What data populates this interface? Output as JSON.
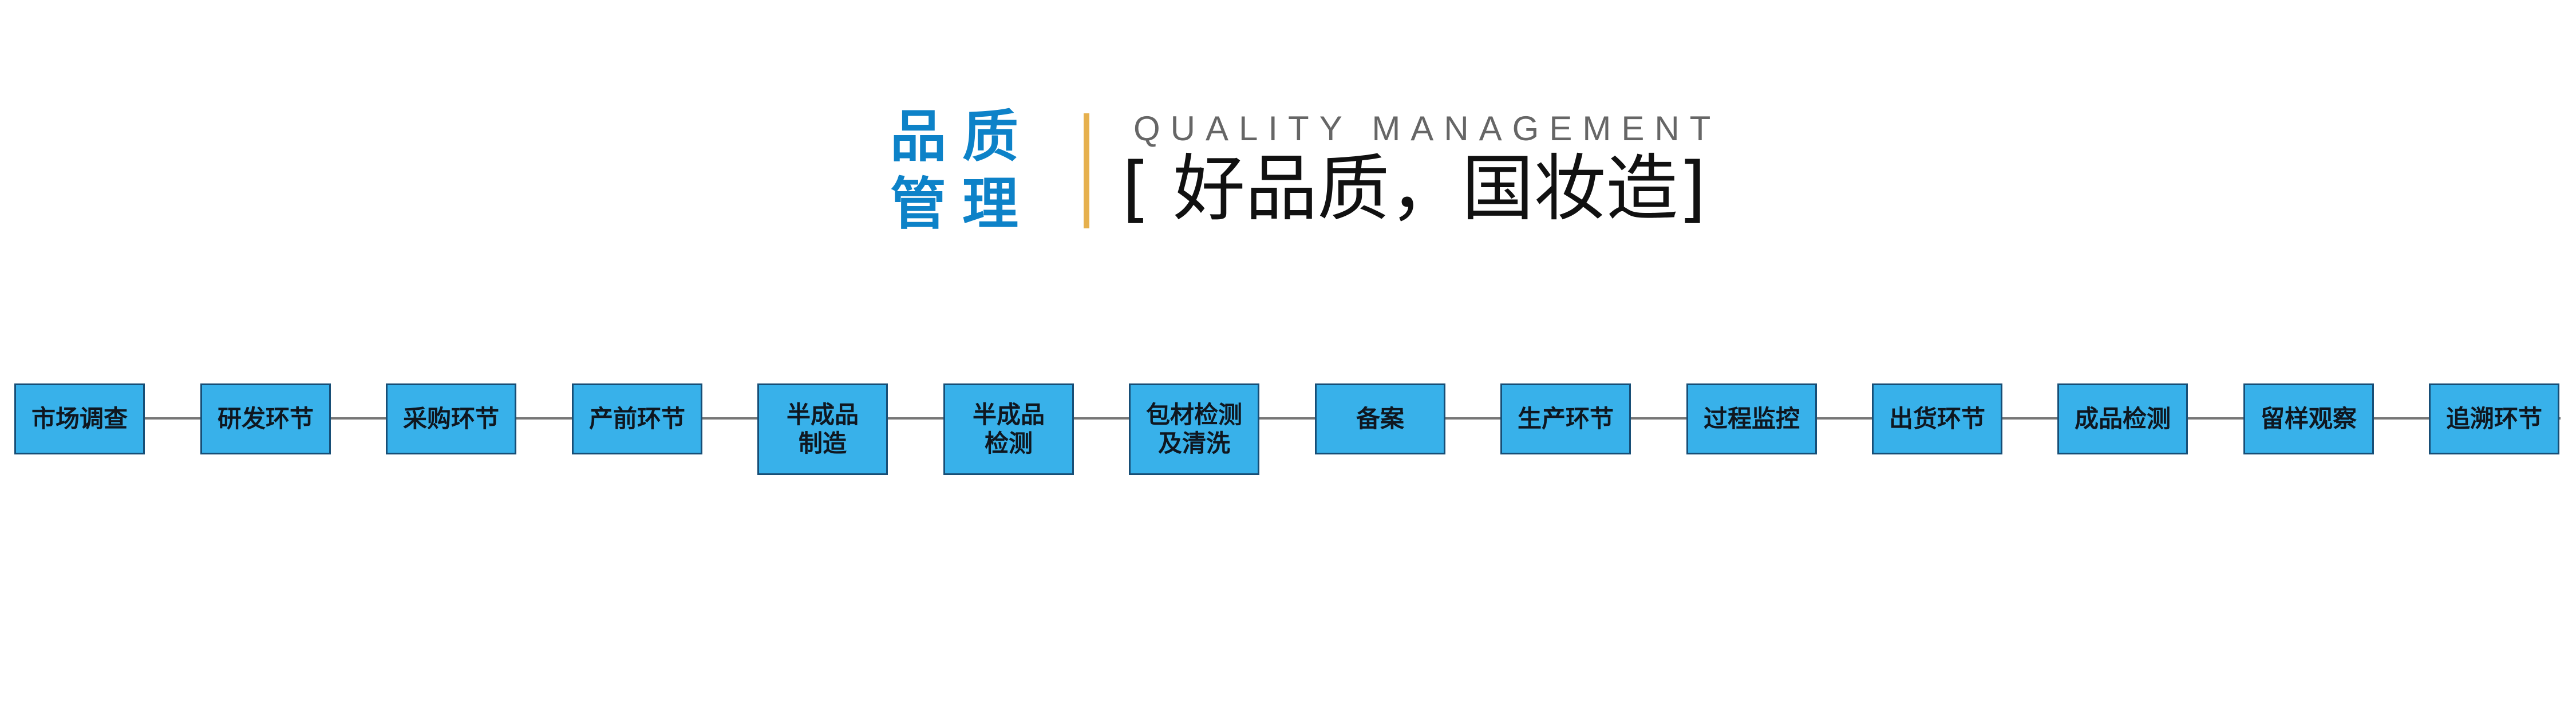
{
  "colors": {
    "title_blue": "#0d82c8",
    "divider_gold": "#e6b04d",
    "step_fill": "#38b1ea",
    "step_border": "#174e76",
    "connector": "#767676"
  },
  "header": {
    "title_lines": [
      "品质",
      "管理"
    ],
    "subtitle": "QUALITY MANAGEMENT",
    "slogan": "[ 好品质，国妆造]"
  },
  "flow": {
    "steps": [
      {
        "label": "市场调查"
      },
      {
        "label": "研发环节"
      },
      {
        "label": "采购环节"
      },
      {
        "label": "产前环节"
      },
      {
        "label": "半成品\n制造"
      },
      {
        "label": "半成品\n检测"
      },
      {
        "label": "包材检测\n及清洗"
      },
      {
        "label": "备案"
      },
      {
        "label": "生产环节"
      },
      {
        "label": "过程监控"
      },
      {
        "label": "出货环节"
      },
      {
        "label": "成品检测"
      },
      {
        "label": "留样观察"
      },
      {
        "label": "追溯环节"
      }
    ]
  }
}
